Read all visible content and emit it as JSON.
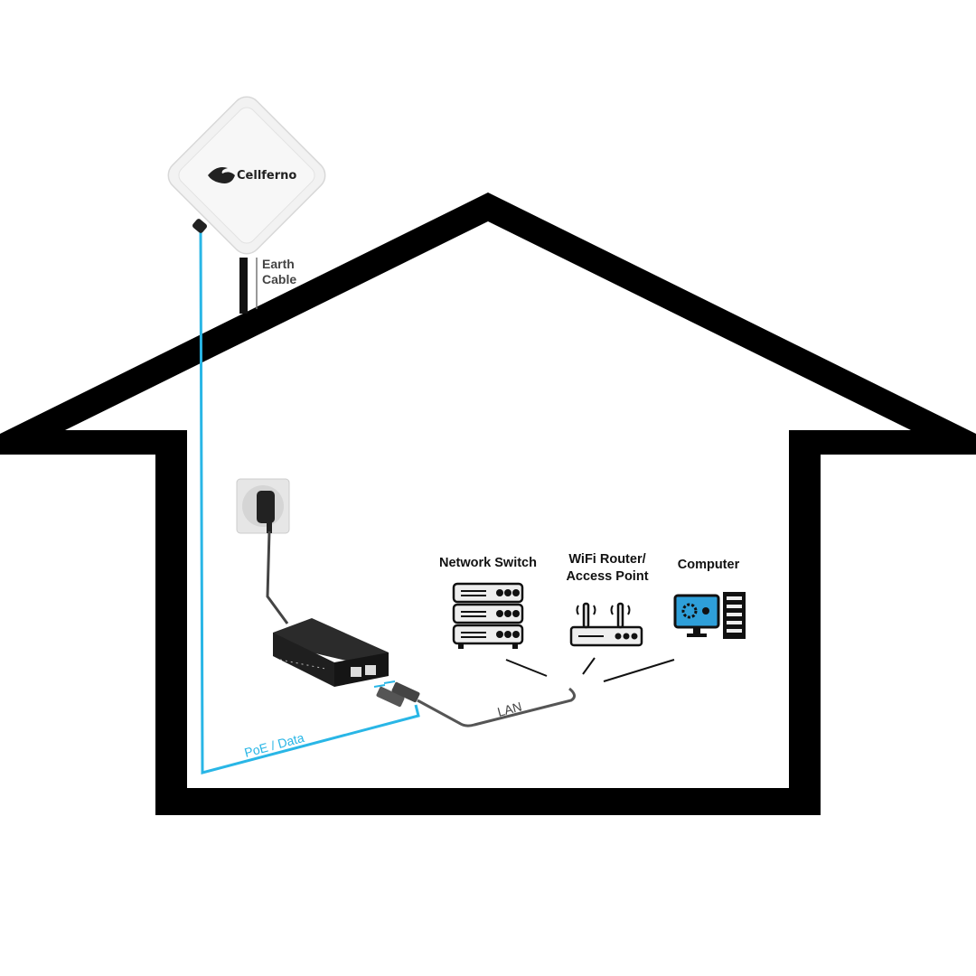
{
  "antenna": {
    "brand": "Cellferno"
  },
  "labels": {
    "earth_cable_line1": "Earth",
    "earth_cable_line2": "Cable",
    "poe_data": "PoE / Data",
    "lan": "LAN",
    "network_switch": "Network Switch",
    "router_line1": "WiFi Router/",
    "router_line2": "Access Point",
    "computer": "Computer"
  },
  "colors": {
    "house": "#000000",
    "poe_cable": "#29b6e6",
    "lan_cable": "#555555",
    "screen": "#2e9fd9"
  }
}
